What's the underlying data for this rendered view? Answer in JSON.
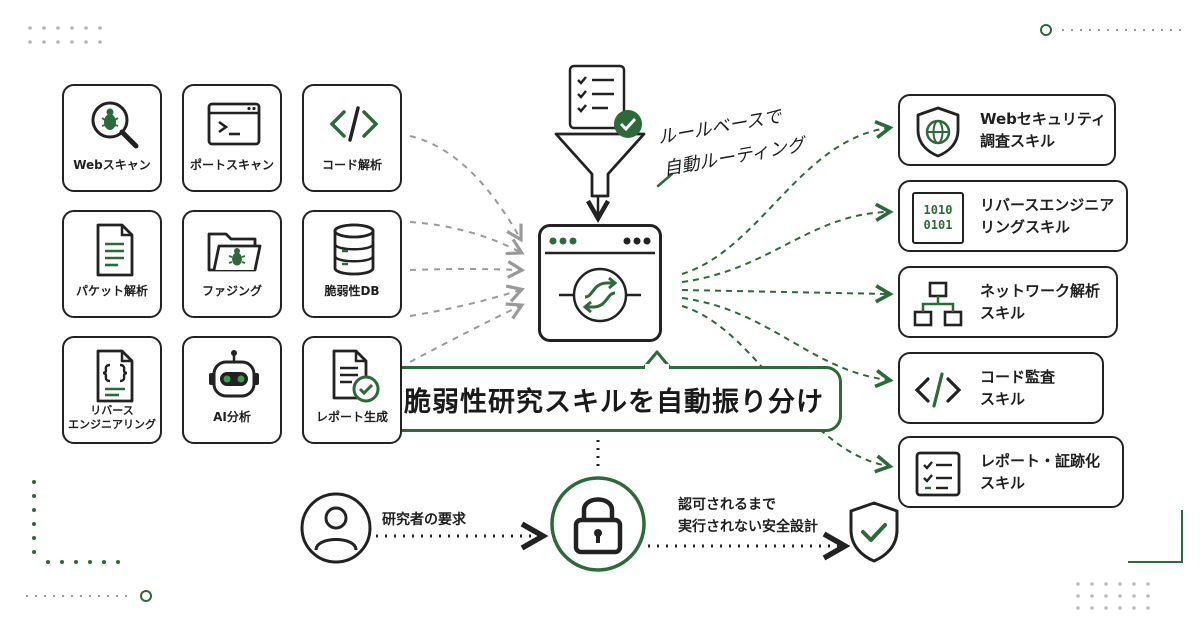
{
  "tools": [
    {
      "id": "web-scan",
      "label": "Webスキャン"
    },
    {
      "id": "port-scan",
      "label": "ポートスキャン"
    },
    {
      "id": "code-analysis",
      "label": "コード解析"
    },
    {
      "id": "packet-analysis",
      "label": "パケット解析"
    },
    {
      "id": "fuzzing",
      "label": "ファジング"
    },
    {
      "id": "vuln-db",
      "label": "脆弱性DB"
    },
    {
      "id": "reverse-engineering",
      "label": "リバース\nエンジニアリング"
    },
    {
      "id": "ai-analysis",
      "label": "AI分析"
    },
    {
      "id": "report-generation",
      "label": "レポート生成"
    }
  ],
  "routing_note": "ルールベースで\n自動ルーティング",
  "router_code": "1010\n0101",
  "headline": "脆弱性研究スキルを自動振り分け",
  "skills": [
    {
      "id": "web-security",
      "label": "Webセキュリティ\n調査スキル"
    },
    {
      "id": "reverse-engineering-skill",
      "label": "リバースエンジニア\nリングスキル"
    },
    {
      "id": "network-analysis",
      "label": "ネットワーク解析\nスキル"
    },
    {
      "id": "code-audit",
      "label": "コード監査\nスキル"
    },
    {
      "id": "report-evidence",
      "label": "レポート・証跡化\nスキル"
    }
  ],
  "flow": {
    "requester_label": "研究者の要求",
    "safety_label": "認可されるまで\n実行されない安全設計"
  },
  "colors": {
    "accent": "#2d6a3a",
    "ink": "#222222",
    "muted": "#9a9a9a"
  }
}
